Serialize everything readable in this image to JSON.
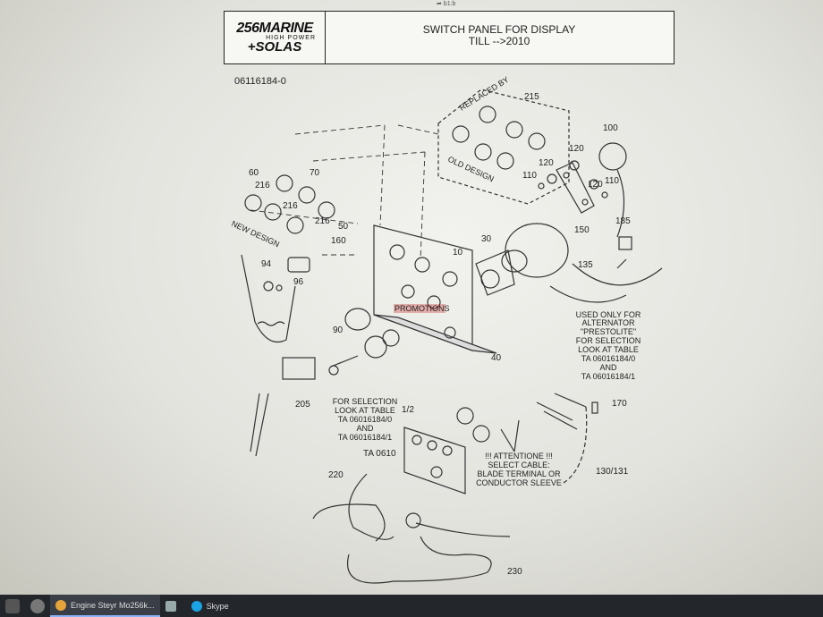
{
  "toolbar_hint": "➦ b1:b",
  "document": {
    "logo": {
      "brand": "256MARINE",
      "tagline": "HIGH POWER",
      "partner": "+SOLAS"
    },
    "title": "SWITCH PANEL FOR DISPLAY",
    "subtitle": "TILL -->2010",
    "number": "06116184-0"
  },
  "diagram": {
    "part_labels": [
      "60",
      "70",
      "216",
      "216",
      "216",
      "50",
      "160",
      "10",
      "30",
      "215",
      "100",
      "120",
      "120",
      "110",
      "120",
      "110",
      "150",
      "185",
      "135",
      "94",
      "96",
      "90",
      "40",
      "205",
      "1/2",
      "TA 0610",
      "220",
      "130/131",
      "170",
      "230"
    ],
    "design_labels": {
      "replaced_by": "REPLACED BY",
      "old_design": "OLD DESIGN",
      "new_design": "NEW DESIGN"
    },
    "notes": {
      "alternator": [
        "USED ONLY FOR",
        "ALTERNATOR",
        "\"PRESTOLITE\"",
        "FOR SELECTION",
        "LOOK AT TABLE",
        "TA 06016184/0",
        "AND",
        "TA 06016184/1"
      ],
      "selection": [
        "FOR SELECTION",
        "LOOK AT TABLE",
        "TA 06016184/0",
        "AND",
        "TA 06016184/1"
      ],
      "attention": [
        "!!! ATTENTIONE !!!",
        "SELECT CABLE:",
        "BLADE TERMINAL OR",
        "CONDUCTOR SLEEVE"
      ]
    },
    "panel_text": "PROMOTIONS"
  },
  "taskbar": {
    "apps": [
      {
        "label": "Engine Steyr Mo256k...",
        "icon": "chrome-icon"
      },
      {
        "label": "",
        "icon": "mail-icon"
      },
      {
        "label": "Skype",
        "icon": "skype-icon"
      }
    ]
  },
  "colors": {
    "screen_bg": "#e9e9e4",
    "taskbar": "#23262b",
    "ink": "#222222"
  }
}
